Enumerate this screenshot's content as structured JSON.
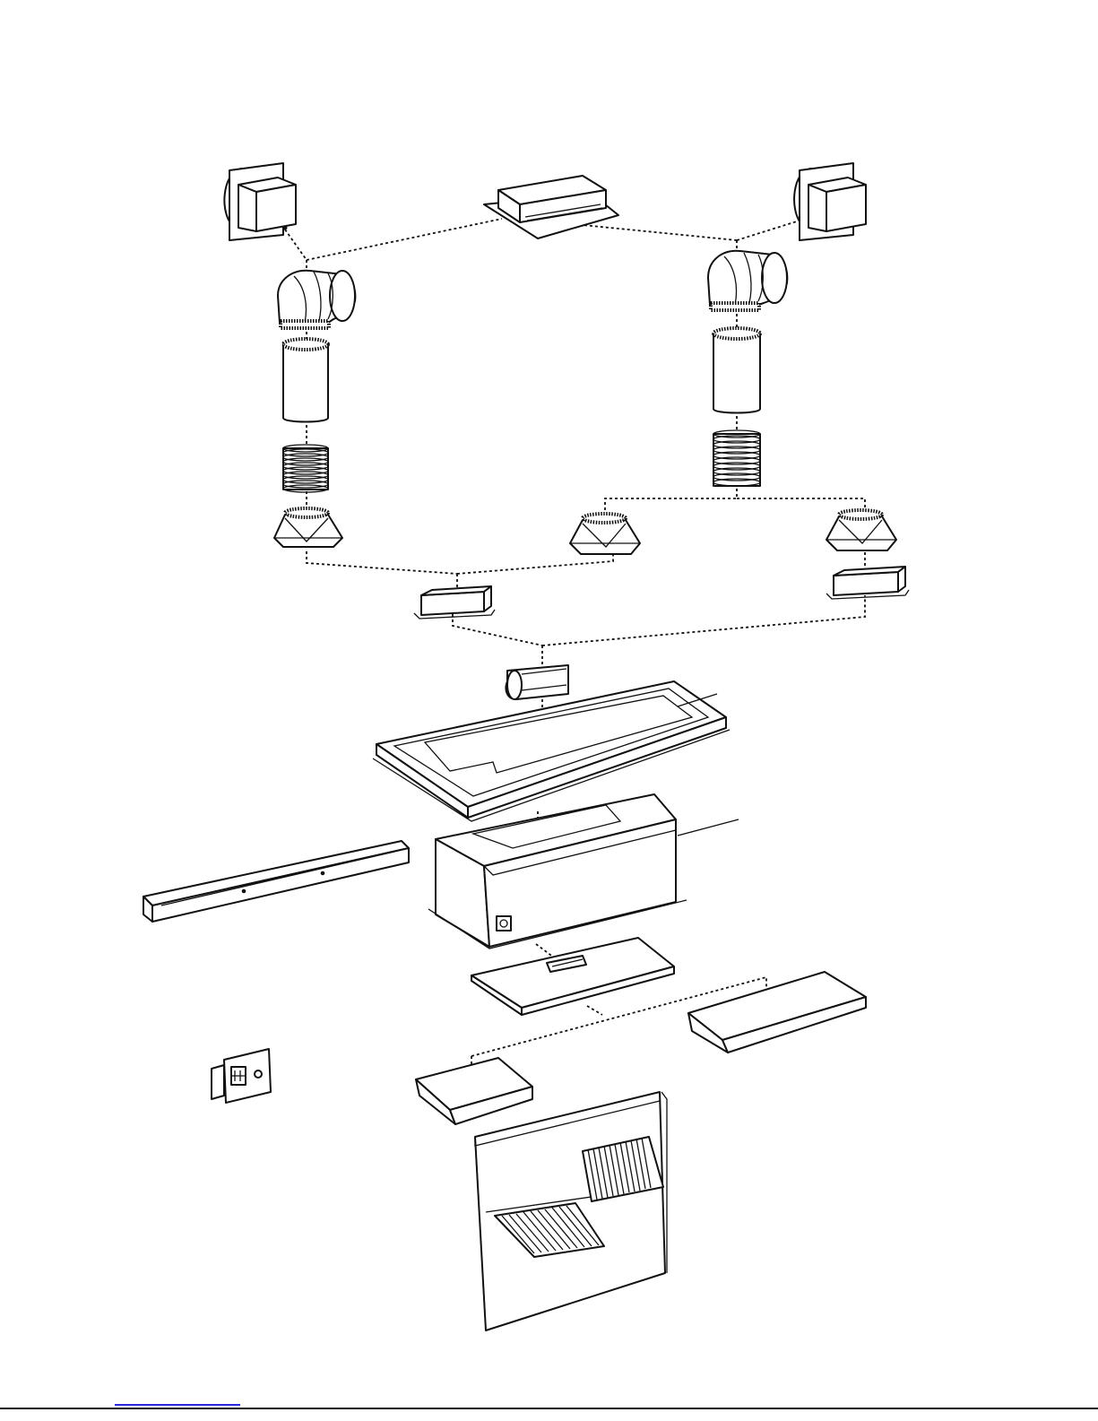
{
  "diagram": {
    "parts": [
      {
        "id": "wall-cap-left",
        "icon": "wall-cap-icon"
      },
      {
        "id": "roof-cap",
        "icon": "roof-cap-icon"
      },
      {
        "id": "wall-cap-right",
        "icon": "wall-cap-icon"
      },
      {
        "id": "elbow-left",
        "icon": "duct-elbow-icon"
      },
      {
        "id": "elbow-right",
        "icon": "duct-elbow-icon"
      },
      {
        "id": "round-duct-left",
        "icon": "round-duct-icon"
      },
      {
        "id": "round-duct-right",
        "icon": "round-duct-icon"
      },
      {
        "id": "flex-duct-left",
        "icon": "flex-duct-icon"
      },
      {
        "id": "flex-duct-right",
        "icon": "flex-duct-icon"
      },
      {
        "id": "transition-1",
        "icon": "transition-icon"
      },
      {
        "id": "transition-2",
        "icon": "transition-icon"
      },
      {
        "id": "transition-3",
        "icon": "transition-icon"
      },
      {
        "id": "rect-duct-left",
        "icon": "rect-duct-icon"
      },
      {
        "id": "rect-duct-right",
        "icon": "rect-duct-icon"
      },
      {
        "id": "damper-connector",
        "icon": "damper-icon"
      },
      {
        "id": "liner",
        "icon": "liner-icon"
      },
      {
        "id": "blower-housing",
        "icon": "blower-icon"
      },
      {
        "id": "trim-strip",
        "icon": "trim-strip-icon"
      },
      {
        "id": "bottom-panel",
        "icon": "panel-icon"
      },
      {
        "id": "light-cover-long",
        "icon": "light-cover-icon"
      },
      {
        "id": "light-cover-short",
        "icon": "light-cover-icon"
      },
      {
        "id": "control-switch",
        "icon": "switch-icon"
      },
      {
        "id": "hood-front-with-filters",
        "icon": "filter-panel-icon"
      }
    ],
    "colors": {
      "line": "#111111",
      "background": "#ffffff",
      "link": "#2a2ae0"
    }
  }
}
